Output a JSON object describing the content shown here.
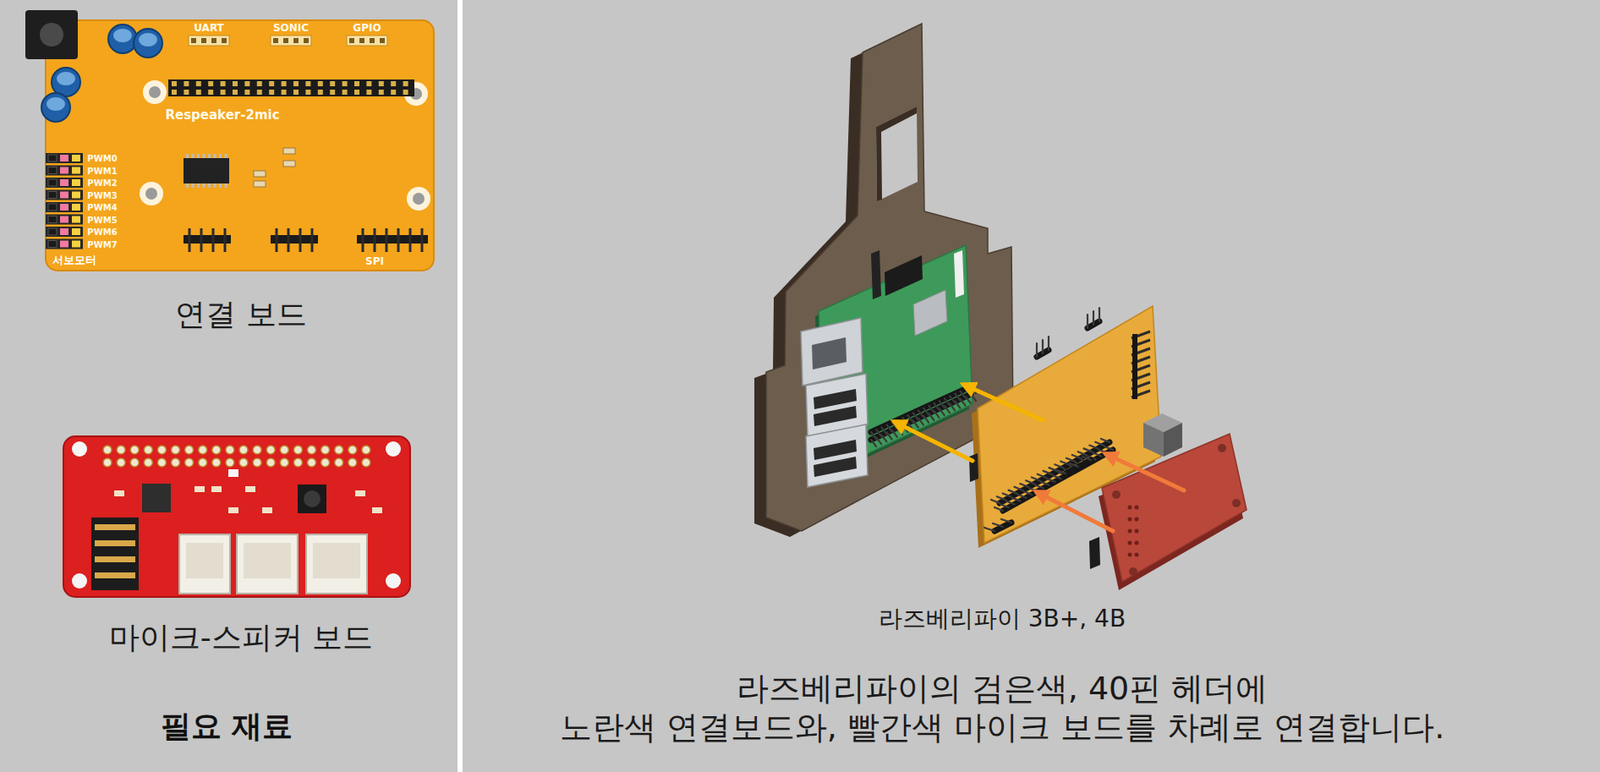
{
  "diagram": {
    "caption": "라즈베리파이의 검은색, 40핀 헤더에 노란색 연결보드와, 빨간색 마이크 보드를 차례로 연결합니다.",
    "nodes": [
      {
        "text": [
          "연결 보드"
        ]
      },
      {
        "text": [
          "마이크-스피커 보드"
        ]
      },
      {
        "text": [
          "라즈베리파이 3B+, 4B"
        ]
      }
    ],
    "labels": [
      "Respeaker-2mic",
      "UART",
      "SONIC",
      "GPIO",
      "PWM0",
      "PWM1",
      "PWM2",
      "PWM3",
      "PWM4",
      "PWM5",
      "PWM6",
      "PWM7",
      "서보모터",
      "SPI",
      "필요 재료"
    ]
  }
}
